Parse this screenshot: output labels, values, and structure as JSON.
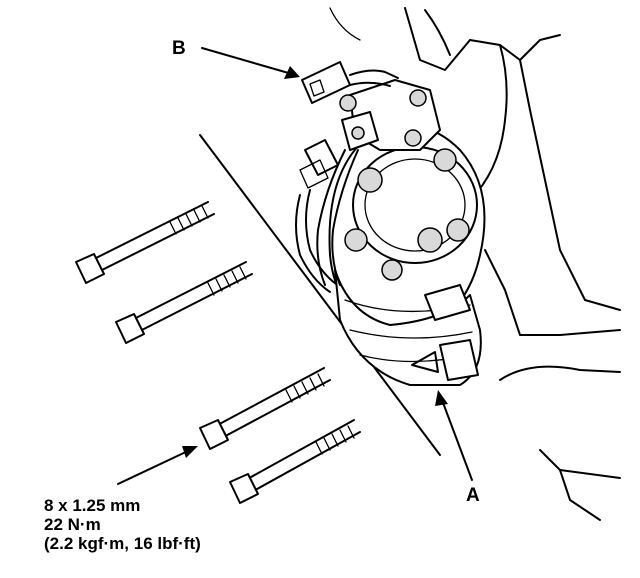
{
  "callouts": {
    "a": "A",
    "b": "B"
  },
  "torque_spec": {
    "size": "8 x 1.25 mm",
    "torque_nm": "22 N·m",
    "torque_alt": "(2.2 kgf·m, 16 lbf·ft)"
  }
}
